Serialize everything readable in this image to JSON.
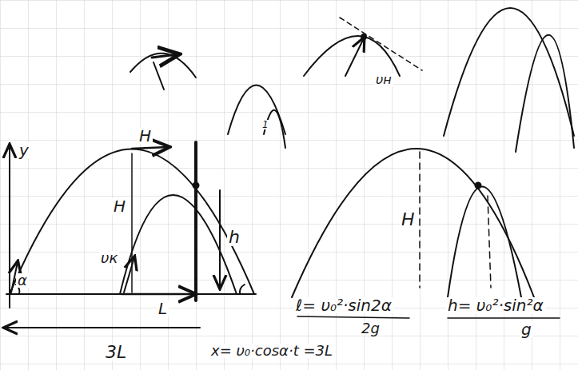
{
  "diagram": {
    "labels": [
      "H",
      "y",
      "H",
      "υк",
      "α",
      "h",
      "L",
      "3L",
      "H",
      "ℓ= υ₀²·sin2α",
      "2g",
      "h= υ₀²·sin²α",
      "g",
      "x= υ₀·cosα·t =3L",
      "υн",
      "1"
    ]
  }
}
